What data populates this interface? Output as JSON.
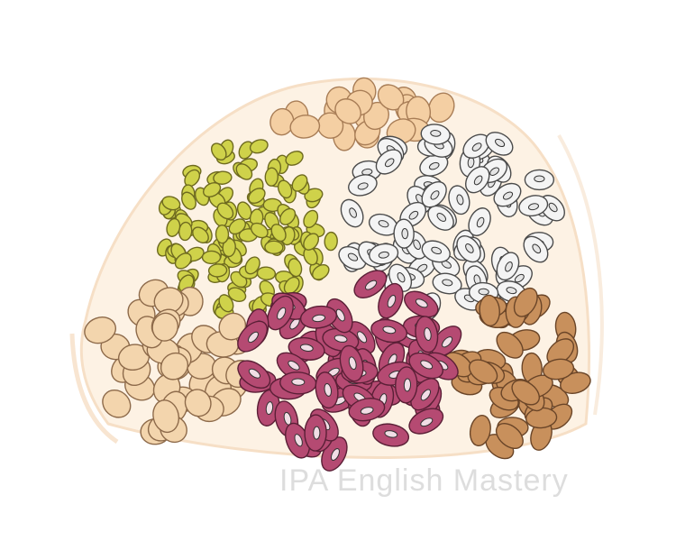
{
  "illustration": {
    "subject": "assorted-legumes",
    "groups": [
      {
        "name": "chickpeas-top",
        "color": "#f4cfa3"
      },
      {
        "name": "mung-beans",
        "color": "#cfd24a"
      },
      {
        "name": "black-eyed-peas",
        "color": "#f4f4f4"
      },
      {
        "name": "chickpeas-left",
        "color": "#f3d5ad"
      },
      {
        "name": "red-kidney-beans",
        "color": "#b54a72"
      },
      {
        "name": "pinto-beans",
        "color": "#c8905c"
      }
    ],
    "background_wash": "#fbe9d2"
  },
  "watermark": {
    "text": "IPA English Mastery",
    "color": "#d7d7d7"
  }
}
